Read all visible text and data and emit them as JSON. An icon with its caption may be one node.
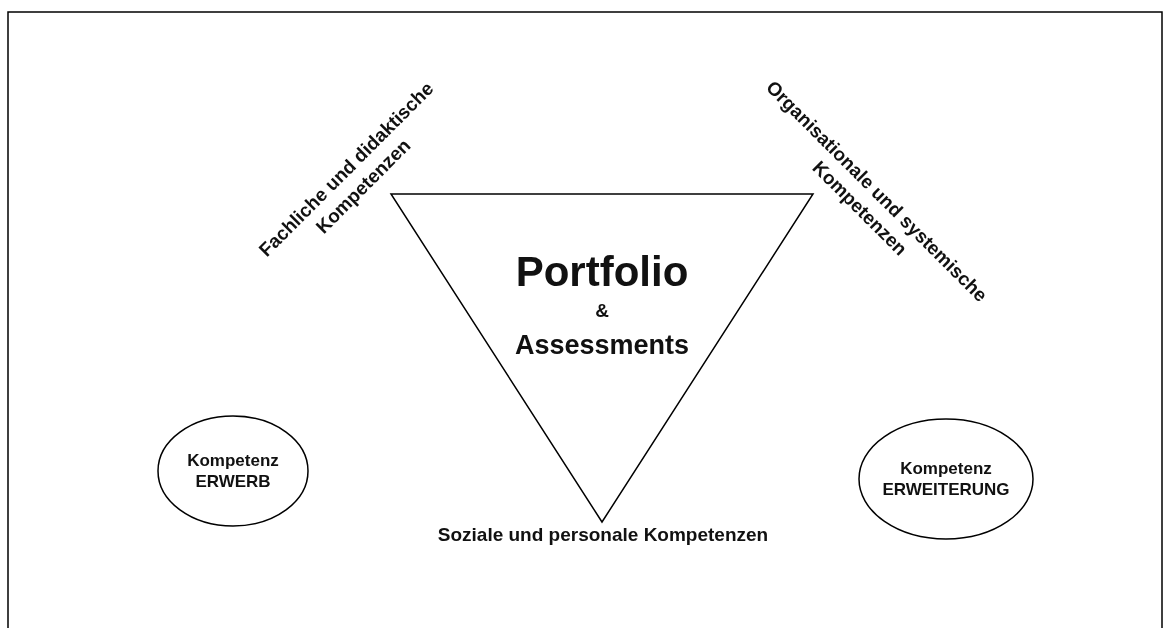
{
  "diagram": {
    "nodes": [
      {
        "text": [
          "Portfolio",
          "&",
          "Assessments"
        ]
      },
      {
        "text": [
          "Kompetenz ERWERB"
        ]
      },
      {
        "text": [
          "Kompetenz ERWEITERUNG"
        ]
      }
    ],
    "edges": [],
    "labels": [
      "Fachliche und didaktische Kompetenzen",
      "Organisationale und systemische Kompetenzen",
      "Soziale und personale Kompetenzen"
    ]
  }
}
